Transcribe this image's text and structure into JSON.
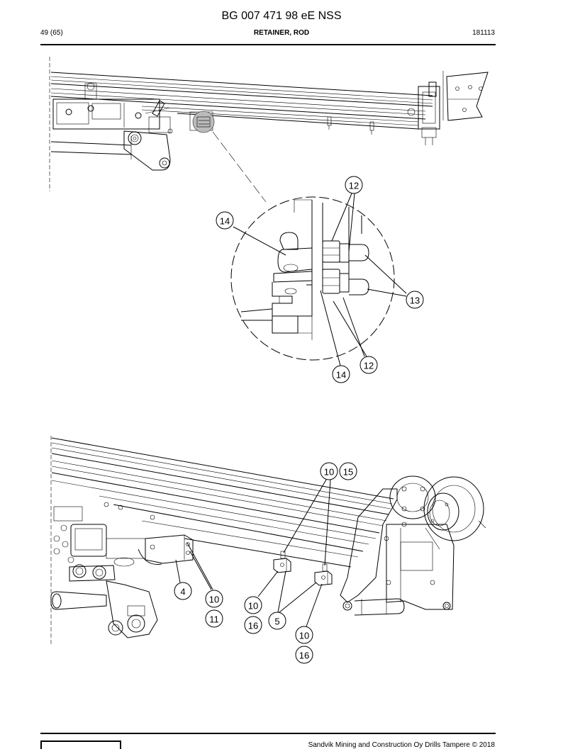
{
  "header": {
    "doc_number": "BG 007 471 98 eE NSS",
    "page": "49 (65)",
    "title": "RETAINER, ROD",
    "date": "181113"
  },
  "callouts_top": {
    "c12a": "12",
    "c14a": "14",
    "c13": "13",
    "c12b": "12",
    "c14b": "14"
  },
  "callouts_bottom": {
    "c10a": "10",
    "c15": "15",
    "c4": "4",
    "c10b": "10",
    "c11": "11",
    "c10c": "10",
    "c16a": "16",
    "c5": "5",
    "c10d": "10",
    "c16b": "16"
  },
  "footer": {
    "copyright": "Sandvik Mining and Construction Oy Drills Tampere © 2018"
  }
}
